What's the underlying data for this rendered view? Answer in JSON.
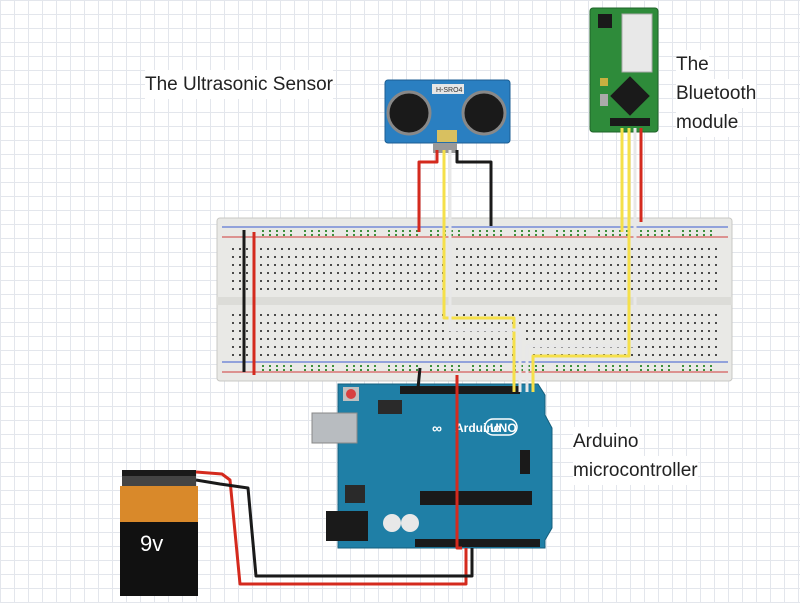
{
  "labels": {
    "ultrasonic": "The Ultrasonic Sensor",
    "bluetooth_line1": "The",
    "bluetooth_line2": "Bluetooth",
    "bluetooth_line3": "module",
    "arduino_line1": "Arduino",
    "arduino_line2": "microcontroller"
  },
  "battery": {
    "voltage": "9v"
  },
  "sensor": {
    "marking": "H-SRO4"
  },
  "arduino": {
    "logo_text": "Arduino",
    "model": "UNO"
  },
  "colors": {
    "wire_red": "#d42a1e",
    "wire_black": "#1a1a1a",
    "wire_yellow": "#f5e04a",
    "wire_white": "#e8e8e8",
    "board_blue": "#1f7fa6",
    "sensor_blue": "#2a7fc1",
    "bt_green": "#2e8b3a",
    "breadboard": "#e9e9e6",
    "battery_orange": "#d9892a"
  }
}
